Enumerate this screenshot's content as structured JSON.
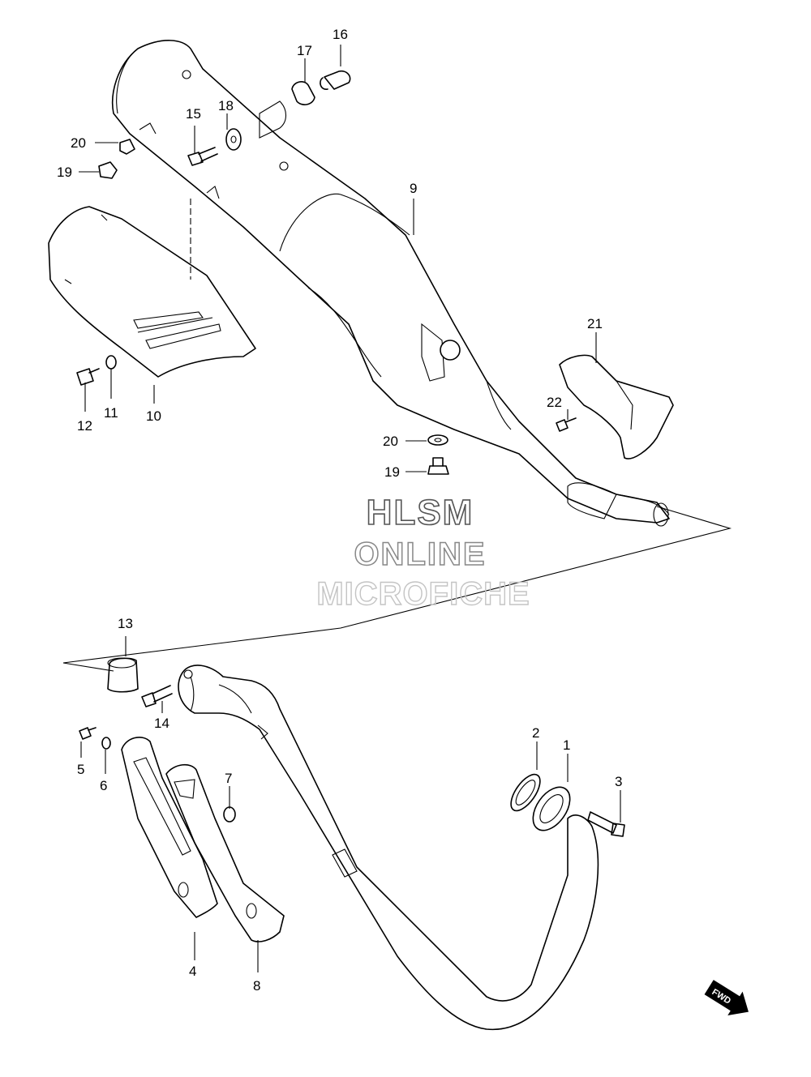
{
  "watermark": {
    "line1": "HLSM",
    "line2": "ONLINE",
    "line3": "MICROFICHE"
  },
  "direction_badge": {
    "label": "FWD",
    "icon": "fwd-arrow-icon"
  },
  "callouts": {
    "c1": "1",
    "c2": "2",
    "c3": "3",
    "c4": "4",
    "c5": "5",
    "c6": "6",
    "c7": "7",
    "c8": "8",
    "c9": "9",
    "c10": "10",
    "c11": "11",
    "c12": "12",
    "c13": "13",
    "c14": "14",
    "c15": "15",
    "c16": "16",
    "c17": "17",
    "c18": "18",
    "c19a": "19",
    "c19b": "19",
    "c20a": "20",
    "c20b": "20",
    "c21": "21",
    "c22": "22"
  }
}
